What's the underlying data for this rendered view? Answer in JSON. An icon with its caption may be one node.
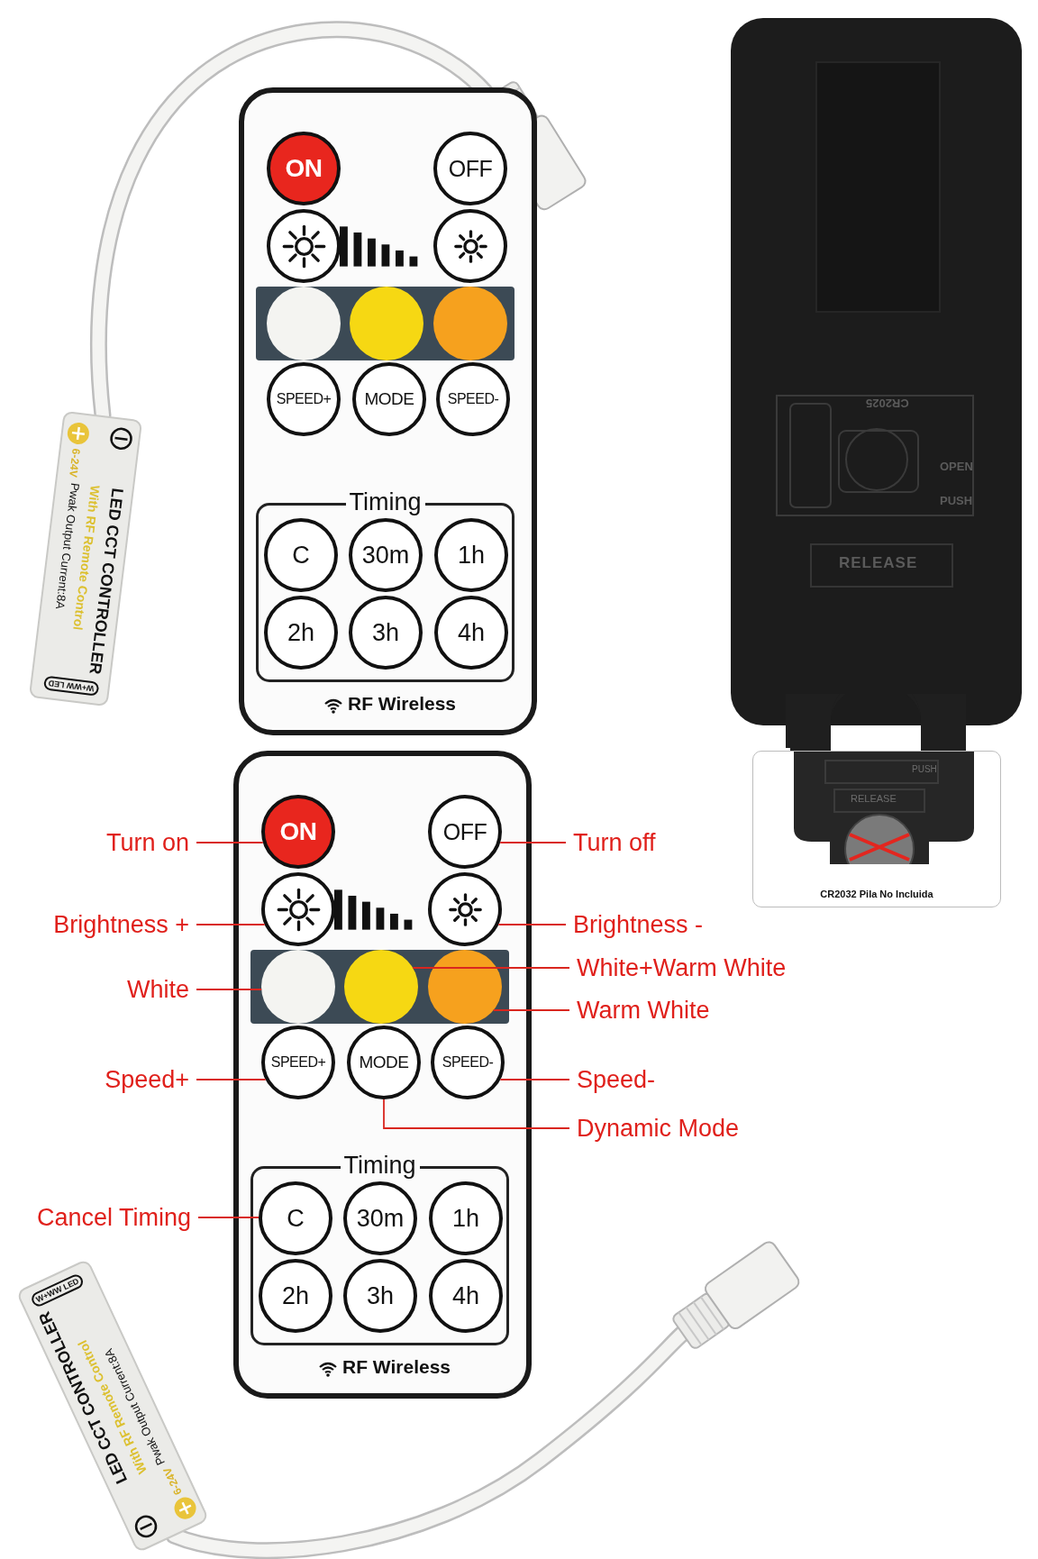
{
  "diagram": {
    "nodes": [
      {
        "text": [
          "LED CCT CONTROLLER",
          "With RF Remote Control",
          "Pwak Output Current:8A",
          "6-24V",
          "W+WW LED"
        ]
      },
      {
        "text": [
          "RF Wireless"
        ]
      },
      {
        "text": [
          "ON"
        ],
        "in": 1
      },
      {
        "text": [
          "OFF"
        ],
        "in": 1
      },
      {
        "text": [],
        "shape": "circle",
        "in": 1
      },
      {
        "text": [],
        "shape": "circle",
        "in": 1
      },
      {
        "text": [],
        "shape": "circle",
        "in": 1
      },
      {
        "text": [],
        "shape": "circle",
        "in": 1
      },
      {
        "text": [],
        "shape": "circle",
        "in": 1
      },
      {
        "text": [
          "SPEED+"
        ],
        "in": 1
      },
      {
        "text": [
          "MODE"
        ],
        "in": 1
      },
      {
        "text": [
          "SPEED-"
        ],
        "in": 1
      },
      {
        "text": [
          "Timing"
        ],
        "in": 1
      },
      {
        "text": [
          "C"
        ],
        "in": 12
      },
      {
        "text": [
          "30m"
        ],
        "in": 12
      },
      {
        "text": [
          "1h"
        ],
        "in": 12
      },
      {
        "text": [
          "2h"
        ],
        "in": 12
      },
      {
        "text": [
          "3h"
        ],
        "in": 12
      },
      {
        "text": [
          "4h"
        ],
        "in": 12
      },
      {
        "text": [
          "CR2025",
          "OPEN",
          "PUSH",
          "RELEASE"
        ]
      },
      {
        "text": [
          "PUSH",
          "RELEASE",
          "CR2032 Pila No Incluida"
        ]
      },
      {
        "text": [
          "RF Wireless"
        ]
      },
      {
        "text": [
          "ON"
        ],
        "in": 21
      },
      {
        "text": [
          "OFF"
        ],
        "in": 21
      },
      {
        "text": [],
        "shape": "circle",
        "in": 21
      },
      {
        "text": [],
        "shape": "circle",
        "in": 21
      },
      {
        "text": [],
        "shape": "circle",
        "in": 21
      },
      {
        "text": [],
        "shape": "circle",
        "in": 21
      },
      {
        "text": [],
        "shape": "circle",
        "in": 21
      },
      {
        "text": [
          "SPEED+"
        ],
        "in": 21
      },
      {
        "text": [
          "MODE"
        ],
        "in": 21
      },
      {
        "text": [
          "SPEED-"
        ],
        "in": 21
      },
      {
        "text": [
          "Timing"
        ],
        "in": 21
      },
      {
        "text": [
          "C"
        ],
        "in": 32
      },
      {
        "text": [
          "30m"
        ],
        "in": 32
      },
      {
        "text": [
          "1h"
        ],
        "in": 32
      },
      {
        "text": [
          "2h"
        ],
        "in": 32
      },
      {
        "text": [
          "3h"
        ],
        "in": 32
      },
      {
        "text": [
          "4h"
        ],
        "in": 32
      },
      {
        "text": [
          "Turn on"
        ]
      },
      {
        "text": [
          "Turn off"
        ]
      },
      {
        "text": [
          "Brightness +"
        ]
      },
      {
        "text": [
          "Brightness -"
        ]
      },
      {
        "text": [
          "White"
        ]
      },
      {
        "text": [
          "White+Warm White"
        ]
      },
      {
        "text": [
          "Warm White"
        ]
      },
      {
        "text": [
          "Speed+"
        ]
      },
      {
        "text": [
          "Speed-"
        ]
      },
      {
        "text": [
          "Dynamic Mode"
        ]
      },
      {
        "text": [
          "Cancel Timing"
        ]
      },
      {
        "text": [
          "LED CCT CONTROLLER",
          "With RF Remote Control",
          "Pwak Output Current:8A",
          "6-24V",
          "W+WW LED"
        ]
      }
    ],
    "edges": [
      {
        "from": 39,
        "to": 22,
        "arrow": "none"
      },
      {
        "from": 40,
        "to": 23,
        "arrow": "none"
      },
      {
        "from": 41,
        "to": 24,
        "arrow": "none"
      },
      {
        "from": 42,
        "to": 25,
        "arrow": "none"
      },
      {
        "from": 43,
        "to": 26,
        "arrow": "none"
      },
      {
        "from": 44,
        "to": 27,
        "arrow": "none"
      },
      {
        "from": 45,
        "to": 28,
        "arrow": "none"
      },
      {
        "from": 46,
        "to": 29,
        "arrow": "none"
      },
      {
        "from": 47,
        "to": 31,
        "arrow": "none"
      },
      {
        "from": 48,
        "to": 30,
        "arrow": "none"
      },
      {
        "from": 49,
        "to": 33,
        "arrow": "none"
      }
    ]
  }
}
